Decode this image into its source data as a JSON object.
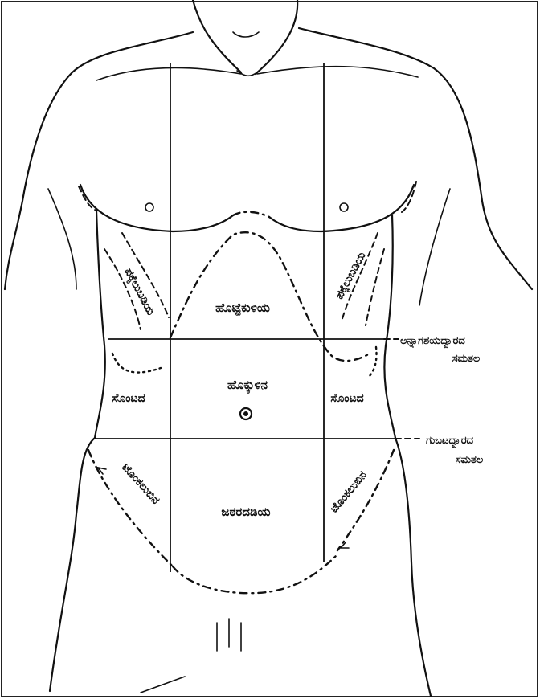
{
  "regions": {
    "epigastric": "ಹೊಟ್ಟೆಕುಳಿಯ",
    "right_hypochondriac": "ಪಕ್ಕೆಲುಬಡಿಯ",
    "left_hypochondriac": "ಪಕ್ಕೆಲುಬಡಿಯ",
    "umbilical": "ಹೊಕ್ಕುಳಿನ",
    "right_lumbar": "ಸೊಂಟದ",
    "left_lumbar": "ಸೊಂಟದ",
    "hypogastric": "ಜಠರದಡಿಯ",
    "right_iliac": "ಟೊಂಕಲುಬಿನ",
    "left_iliac": "ಟೊಂಕಲುಬಿನ"
  },
  "planes": {
    "transpyloric_line1": "ಅನ್ನಾಗಶಯದ್ವಾರದ",
    "transpyloric_line2": "ಸಮತಲ",
    "intertubercular_line1": "ಗುಬಟದ್ವಾರದ",
    "intertubercular_line2": "ಸಮತಲ"
  }
}
